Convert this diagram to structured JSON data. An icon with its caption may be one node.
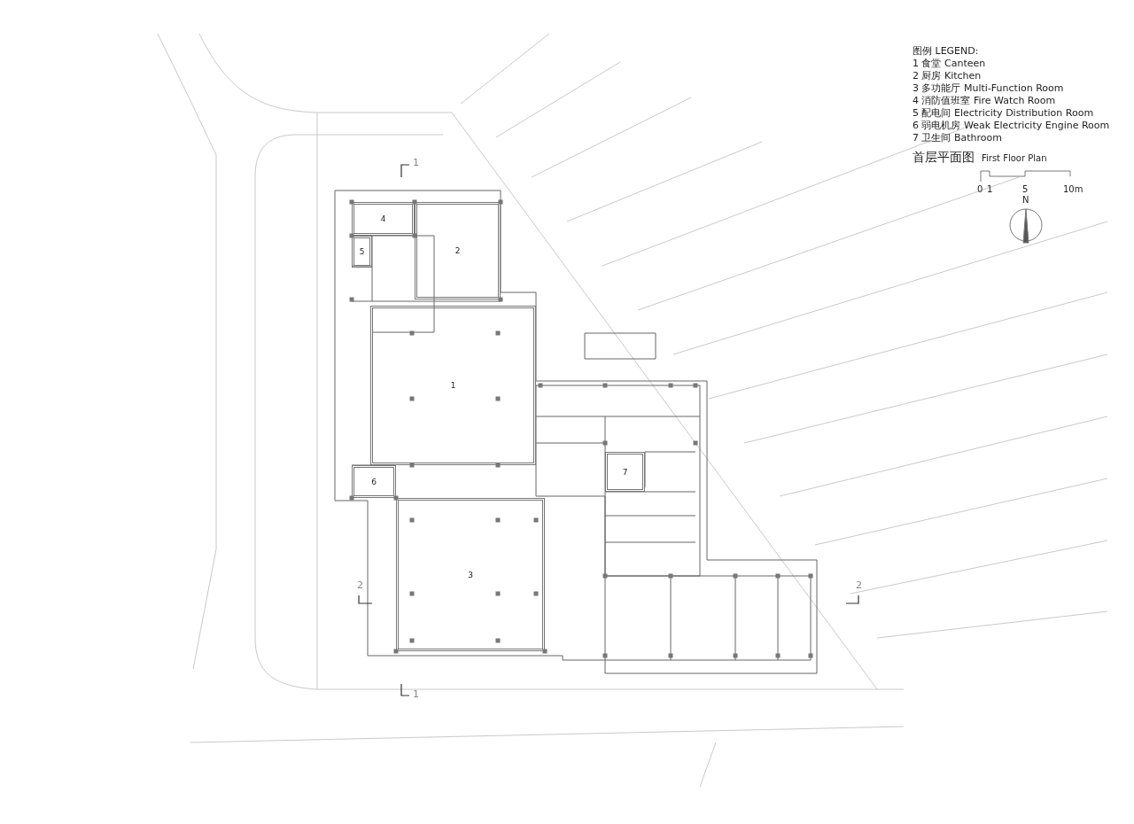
{
  "diagram": {
    "title": "首层平面图",
    "caption": "First Floor Plan",
    "nodes": [
      {
        "text": [
          "1"
        ]
      },
      {
        "text": [
          "2"
        ]
      },
      {
        "text": [
          "3"
        ]
      },
      {
        "text": [
          "4"
        ]
      },
      {
        "text": [
          "5"
        ]
      },
      {
        "text": [
          "6"
        ]
      },
      {
        "text": [
          "7"
        ]
      }
    ],
    "edges": [],
    "labels": [
      "图例 LEGEND:",
      "1 食堂 Canteen",
      "2 厨房 Kitchen",
      "3 多功能厅 Multi-Function Room",
      "4 消防值班室 Fire Watch Room",
      "5 配电间 Electricity Distribution Room",
      "6 弱电机房 Weak Electricity Engine Room",
      "7 卫生间 Bathroom",
      "0",
      "1",
      "5",
      "10m",
      "N",
      "1",
      "2",
      "2",
      "1"
    ]
  }
}
